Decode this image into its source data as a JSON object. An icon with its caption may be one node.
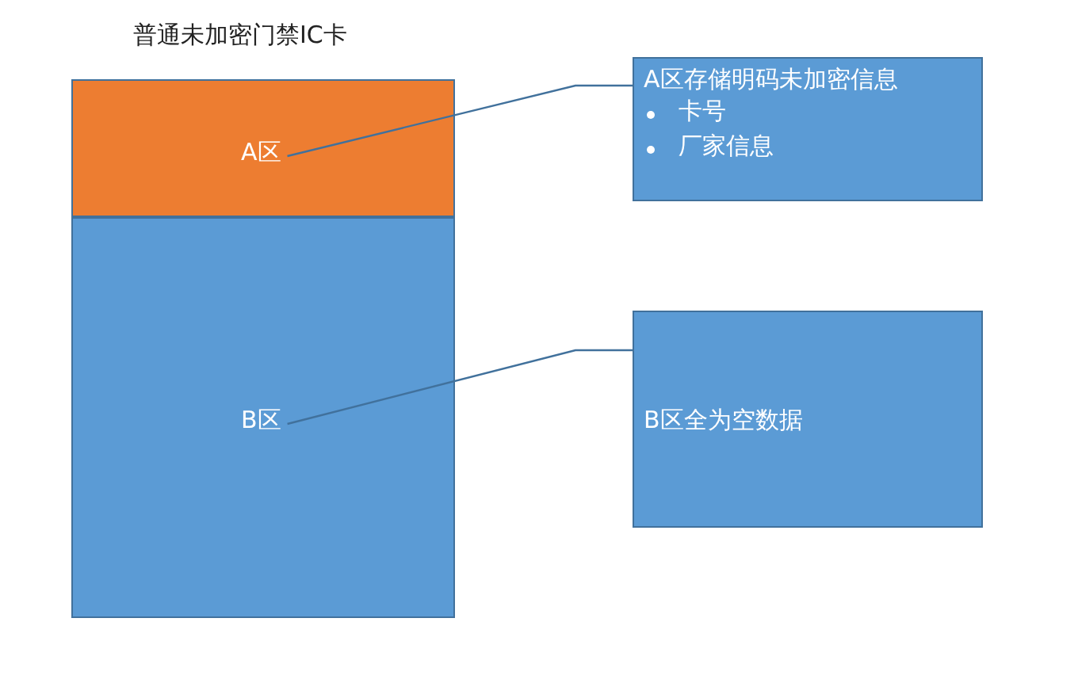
{
  "diagram": {
    "title": "普通未加密门禁IC卡",
    "nodes": [
      {
        "text": [
          "A区"
        ]
      },
      {
        "text": [
          "B区"
        ]
      },
      {
        "text": [
          "A区存储明码未加密信息",
          "卡号",
          "厂家信息"
        ]
      },
      {
        "text": [
          "B区全为空数据"
        ]
      }
    ],
    "edges": [
      {
        "from": 0,
        "to": 2,
        "arrow": "none"
      },
      {
        "from": 1,
        "to": 3,
        "arrow": "none"
      }
    ]
  }
}
